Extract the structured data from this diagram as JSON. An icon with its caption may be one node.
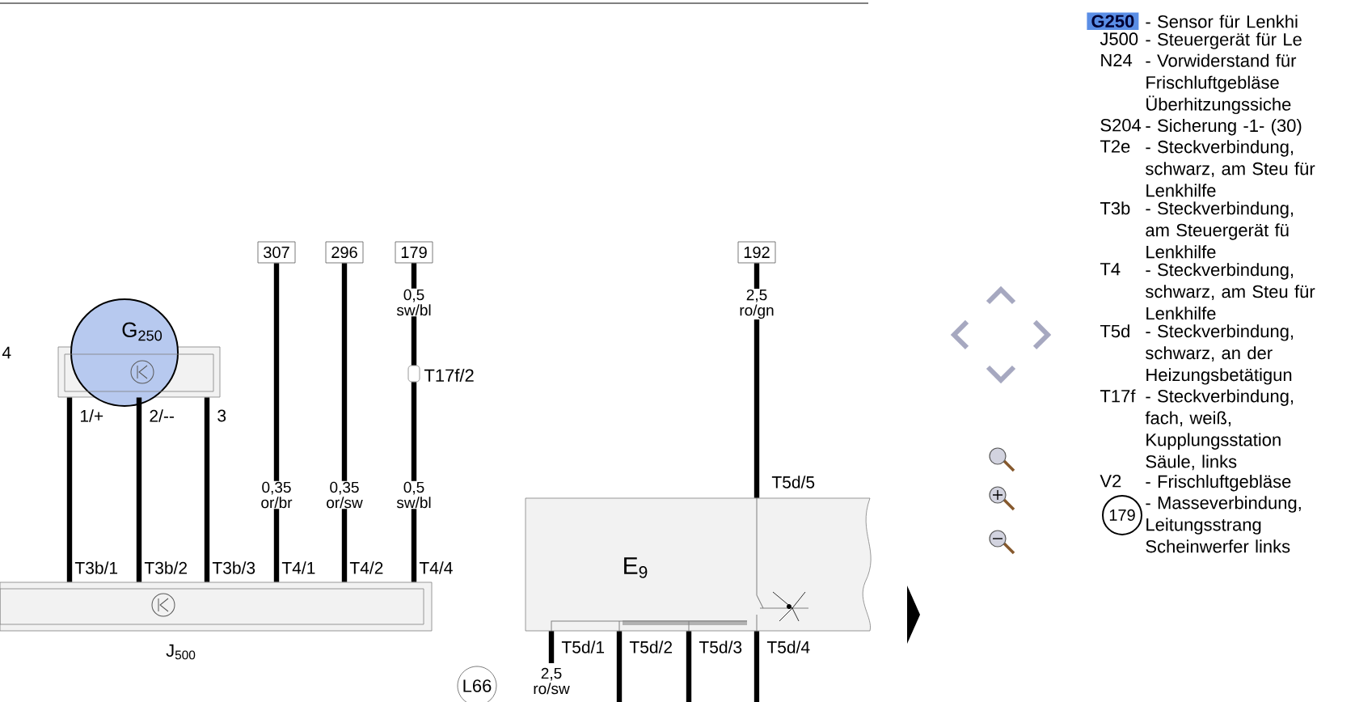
{
  "diagram": {
    "nodes": [
      {
        "text": [
          "G$_{250}$"
        ]
      },
      {
        "text": [
          "J$_{500}$"
        ]
      },
      {
        "text": [
          "307"
        ]
      },
      {
        "text": [
          "296"
        ]
      },
      {
        "text": [
          "179"
        ]
      },
      {
        "text": [
          "T17f/2"
        ]
      },
      {
        "text": [
          "192"
        ]
      },
      {
        "text": [
          "E$_{9}$"
        ]
      },
      {
        "text": [
          "L66"
        ]
      }
    ],
    "edges": [
      {
        "from": 0,
        "to": 1,
        "arrow": "none"
      },
      {
        "from": 0,
        "to": 1,
        "arrow": "none"
      },
      {
        "from": 0,
        "to": 1,
        "arrow": "none"
      },
      {
        "from": 2,
        "to": 1,
        "arrow": "none",
        "label": "0,35 or/br"
      },
      {
        "from": 3,
        "to": 1,
        "arrow": "none",
        "label": "0,35 or/sw"
      },
      {
        "from": 4,
        "to": 5,
        "arrow": "none",
        "label": "0,5 sw/bl"
      },
      {
        "from": 5,
        "to": 1,
        "arrow": "none",
        "label": "0,5 sw/bl"
      },
      {
        "from": 6,
        "to": 7,
        "arrow": "none",
        "label": "2,5 ro/gn"
      },
      {
        "from": 7,
        "to": null,
        "arrow": "none",
        "label": "2,5 ro/sw"
      },
      {
        "from": 7,
        "to": null,
        "arrow": "none"
      },
      {
        "from": 7,
        "to": null,
        "arrow": "none"
      },
      {
        "from": 7,
        "to": null,
        "arrow": "none"
      }
    ],
    "labels": [
      "4",
      "1/+",
      "2/--",
      "3",
      "T3b/1",
      "T3b/2",
      "T3b/3",
      "T4/1",
      "T4/2",
      "T4/4",
      "T5d/5",
      "T5d/1",
      "T5d/2",
      "T5d/3",
      "T5d/4",
      "G250",
      "- Sensor für Lenkhi",
      "J500",
      "- Steuergerät für Le",
      "N24",
      "- Vorwiderstand für Frischluftgebläse Überhitzungssiche",
      "S204",
      "- Sicherung -1- (30)",
      "T2e",
      "- Steckverbindung, schwarz, am Steu für Lenkhilfe",
      "T3b",
      "- Steckverbindung, am Steuergerät fü Lenkhilfe",
      "T4",
      "- Steckverbindung, schwarz, am Steu für Lenkhilfe",
      "T5d",
      "- Steckverbindung, schwarz, an der Heizungsbetätigun",
      "T17f",
      "- Steckverbindung, fach, weiß, Kupplungsstation Säule, links",
      "V2",
      "- Frischluftgebläse",
      "179",
      "- Masseverbindung, Leitungsstrang Scheinwerfer links"
    ]
  }
}
